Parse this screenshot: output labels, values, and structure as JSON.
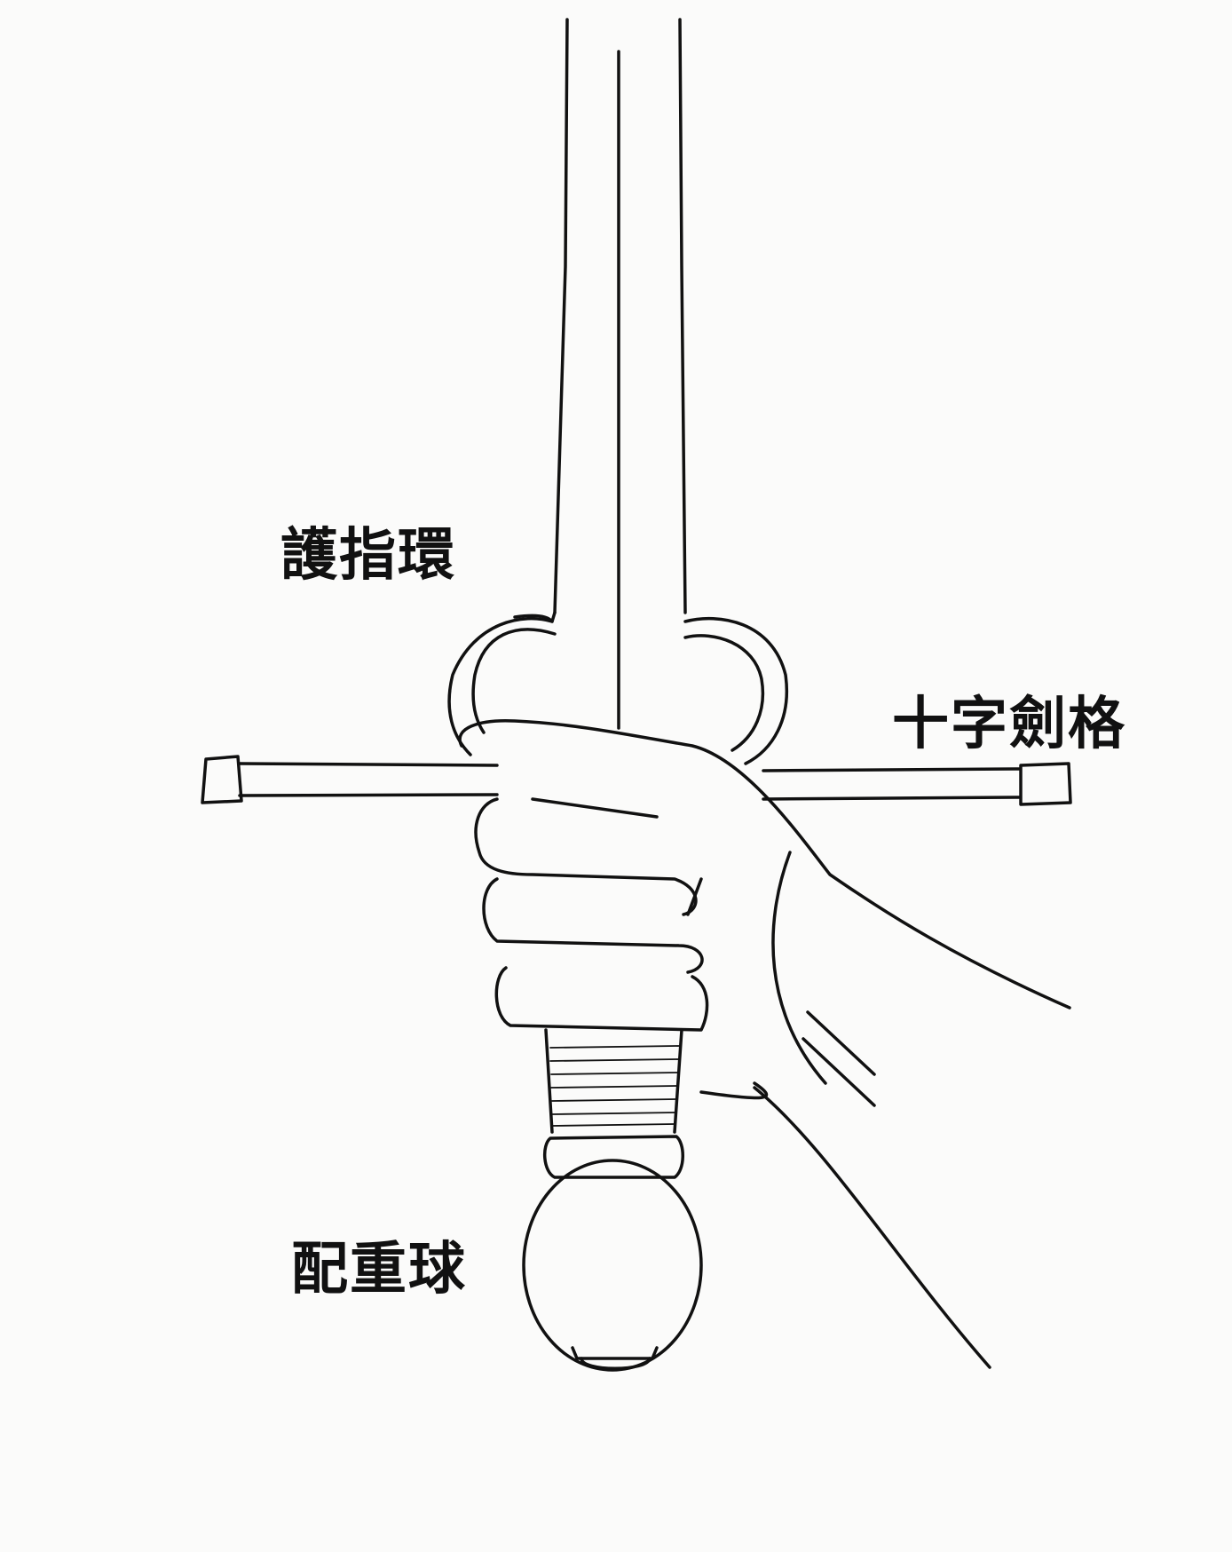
{
  "labels": {
    "finger_ring": "護指環",
    "crossguard": "十字劍格",
    "pommel": "配重球"
  },
  "colors": {
    "ink": "#111111",
    "paper": "#fbfbfa"
  }
}
